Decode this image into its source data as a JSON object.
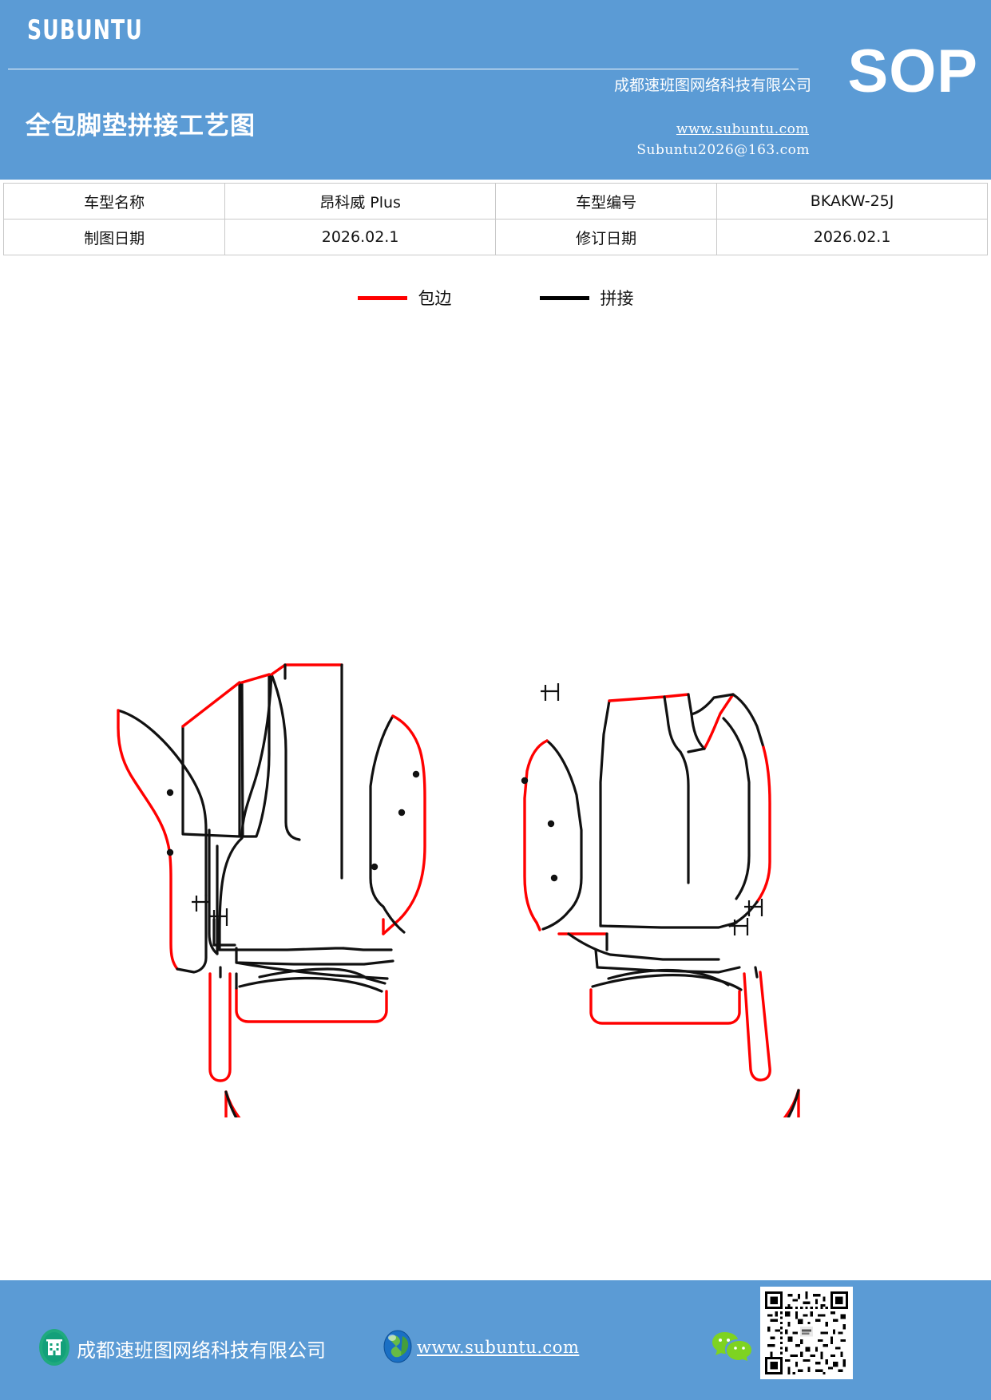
{
  "header": {
    "brand": "SUBUNTU",
    "doc_title": "全包脚垫拼接工艺图",
    "company": "成都速班图网络科技有限公司",
    "website": "www.subuntu.com",
    "email": "Subuntu2026@163.com",
    "sop_badge": "SOP"
  },
  "info_table": {
    "rows": [
      {
        "label1": "车型名称",
        "value1": "昂科威 Plus",
        "label2": "车型编号",
        "value2": "BKAKW-25J"
      },
      {
        "label1": "制图日期",
        "value1": "2026.02.1",
        "label2": "修订日期",
        "value2": "2026.02.1"
      }
    ]
  },
  "legend": {
    "items": [
      {
        "label": "包边",
        "color": "#ff0000",
        "meaning": "binding-edge"
      },
      {
        "label": "拼接",
        "color": "#000000",
        "meaning": "seam-splice"
      }
    ]
  },
  "drawing": {
    "title": "全包脚垫拼接工艺图",
    "pieces": [
      {
        "name": "front-left-mat",
        "position": "upper-left"
      },
      {
        "name": "front-right-mat",
        "position": "upper-right"
      },
      {
        "name": "rear-mat",
        "position": "lower-center"
      }
    ],
    "colors": {
      "cut_line": "#111111",
      "binding_line": "#ff0000",
      "stud": "#111111"
    }
  },
  "footer": {
    "company": "成都速班图网络科技有限公司",
    "website": "www.subuntu.com",
    "icons": {
      "building": "building-icon",
      "globe": "globe-icon",
      "wechat": "wechat-icon",
      "qr": "qr-code"
    }
  }
}
